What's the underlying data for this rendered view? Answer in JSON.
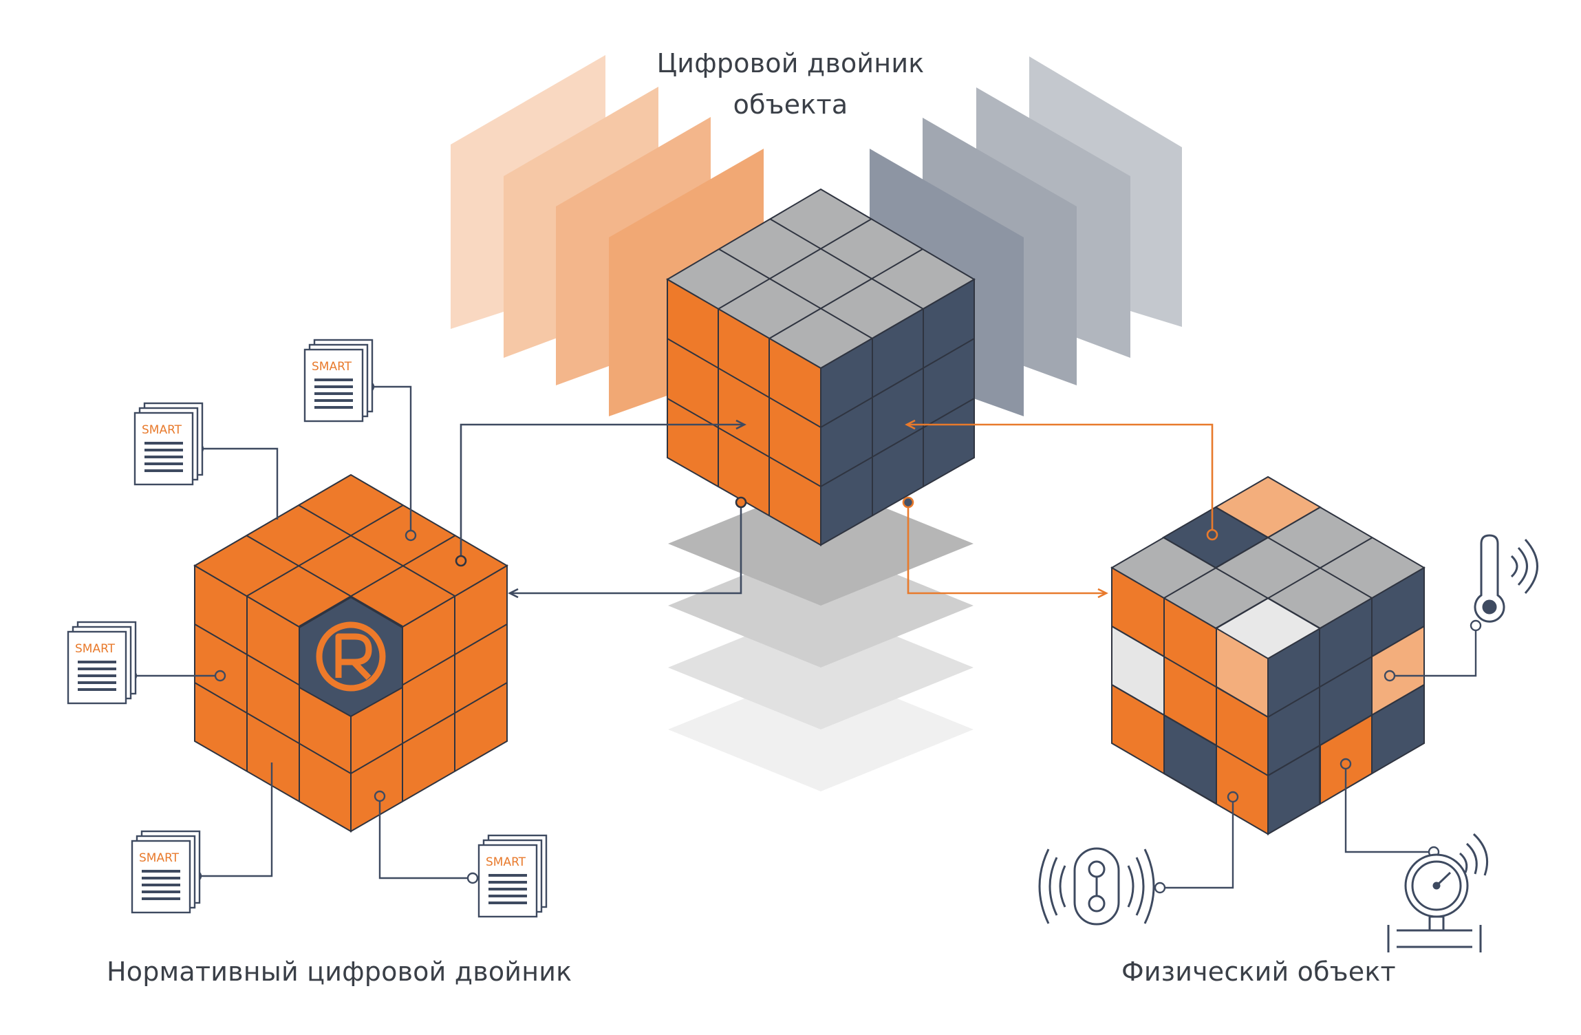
{
  "captions": {
    "top_line1": "Цифровой двойник",
    "top_line2": "объекта",
    "left": "Нормативный цифровой двойник",
    "right": "Физический объект"
  },
  "documents": {
    "label": "SMART"
  },
  "colors": {
    "orange": "#ee7a2a",
    "light_orange": "#f3ae7c",
    "navy": "#435167",
    "gray": "#b0b1b2",
    "light_gray": "#e6e6e6",
    "line_orange": "#e87a2c",
    "line_navy": "#3e4a60"
  },
  "icons": [
    "document-icon",
    "logo-r-icon",
    "thermometer-icon",
    "pressure-gauge-icon",
    "flow-meter-icon",
    "signal-waves-icon"
  ]
}
